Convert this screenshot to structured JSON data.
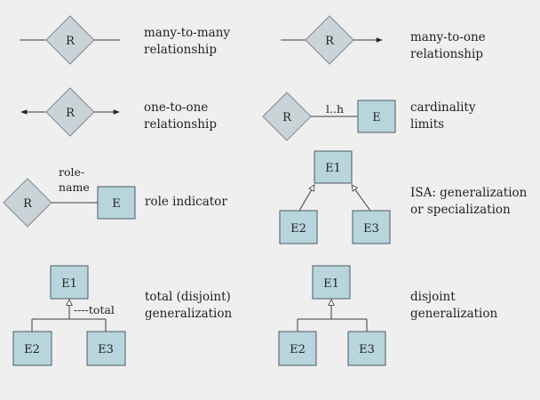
{
  "symbols": {
    "relationship": "R",
    "entity": "E",
    "e1": "E1",
    "e2": "E2",
    "e3": "E3"
  },
  "labels": {
    "cardinality_range": "l..h",
    "role_name_line1": "role-",
    "role_name_line2": "name",
    "total_mark": "----total"
  },
  "descriptions": {
    "many_to_many": [
      "many-to-many",
      "relationship"
    ],
    "many_to_one": [
      "many-to-one",
      "relationship"
    ],
    "one_to_one": [
      "one-to-one",
      "relationship"
    ],
    "cardinality_limits": [
      "cardinality",
      "limits"
    ],
    "role_indicator": [
      "role indicator"
    ],
    "isa": [
      "ISA: generalization",
      "or specialization"
    ],
    "total_generalization": [
      "total (disjoint)",
      "generalization"
    ],
    "disjoint_generalization": [
      "disjoint",
      "generalization"
    ]
  },
  "colors": {
    "diamond_fill": "#c9d3d8",
    "entity_fill": "#b8d5dd",
    "background": "#efefef"
  }
}
